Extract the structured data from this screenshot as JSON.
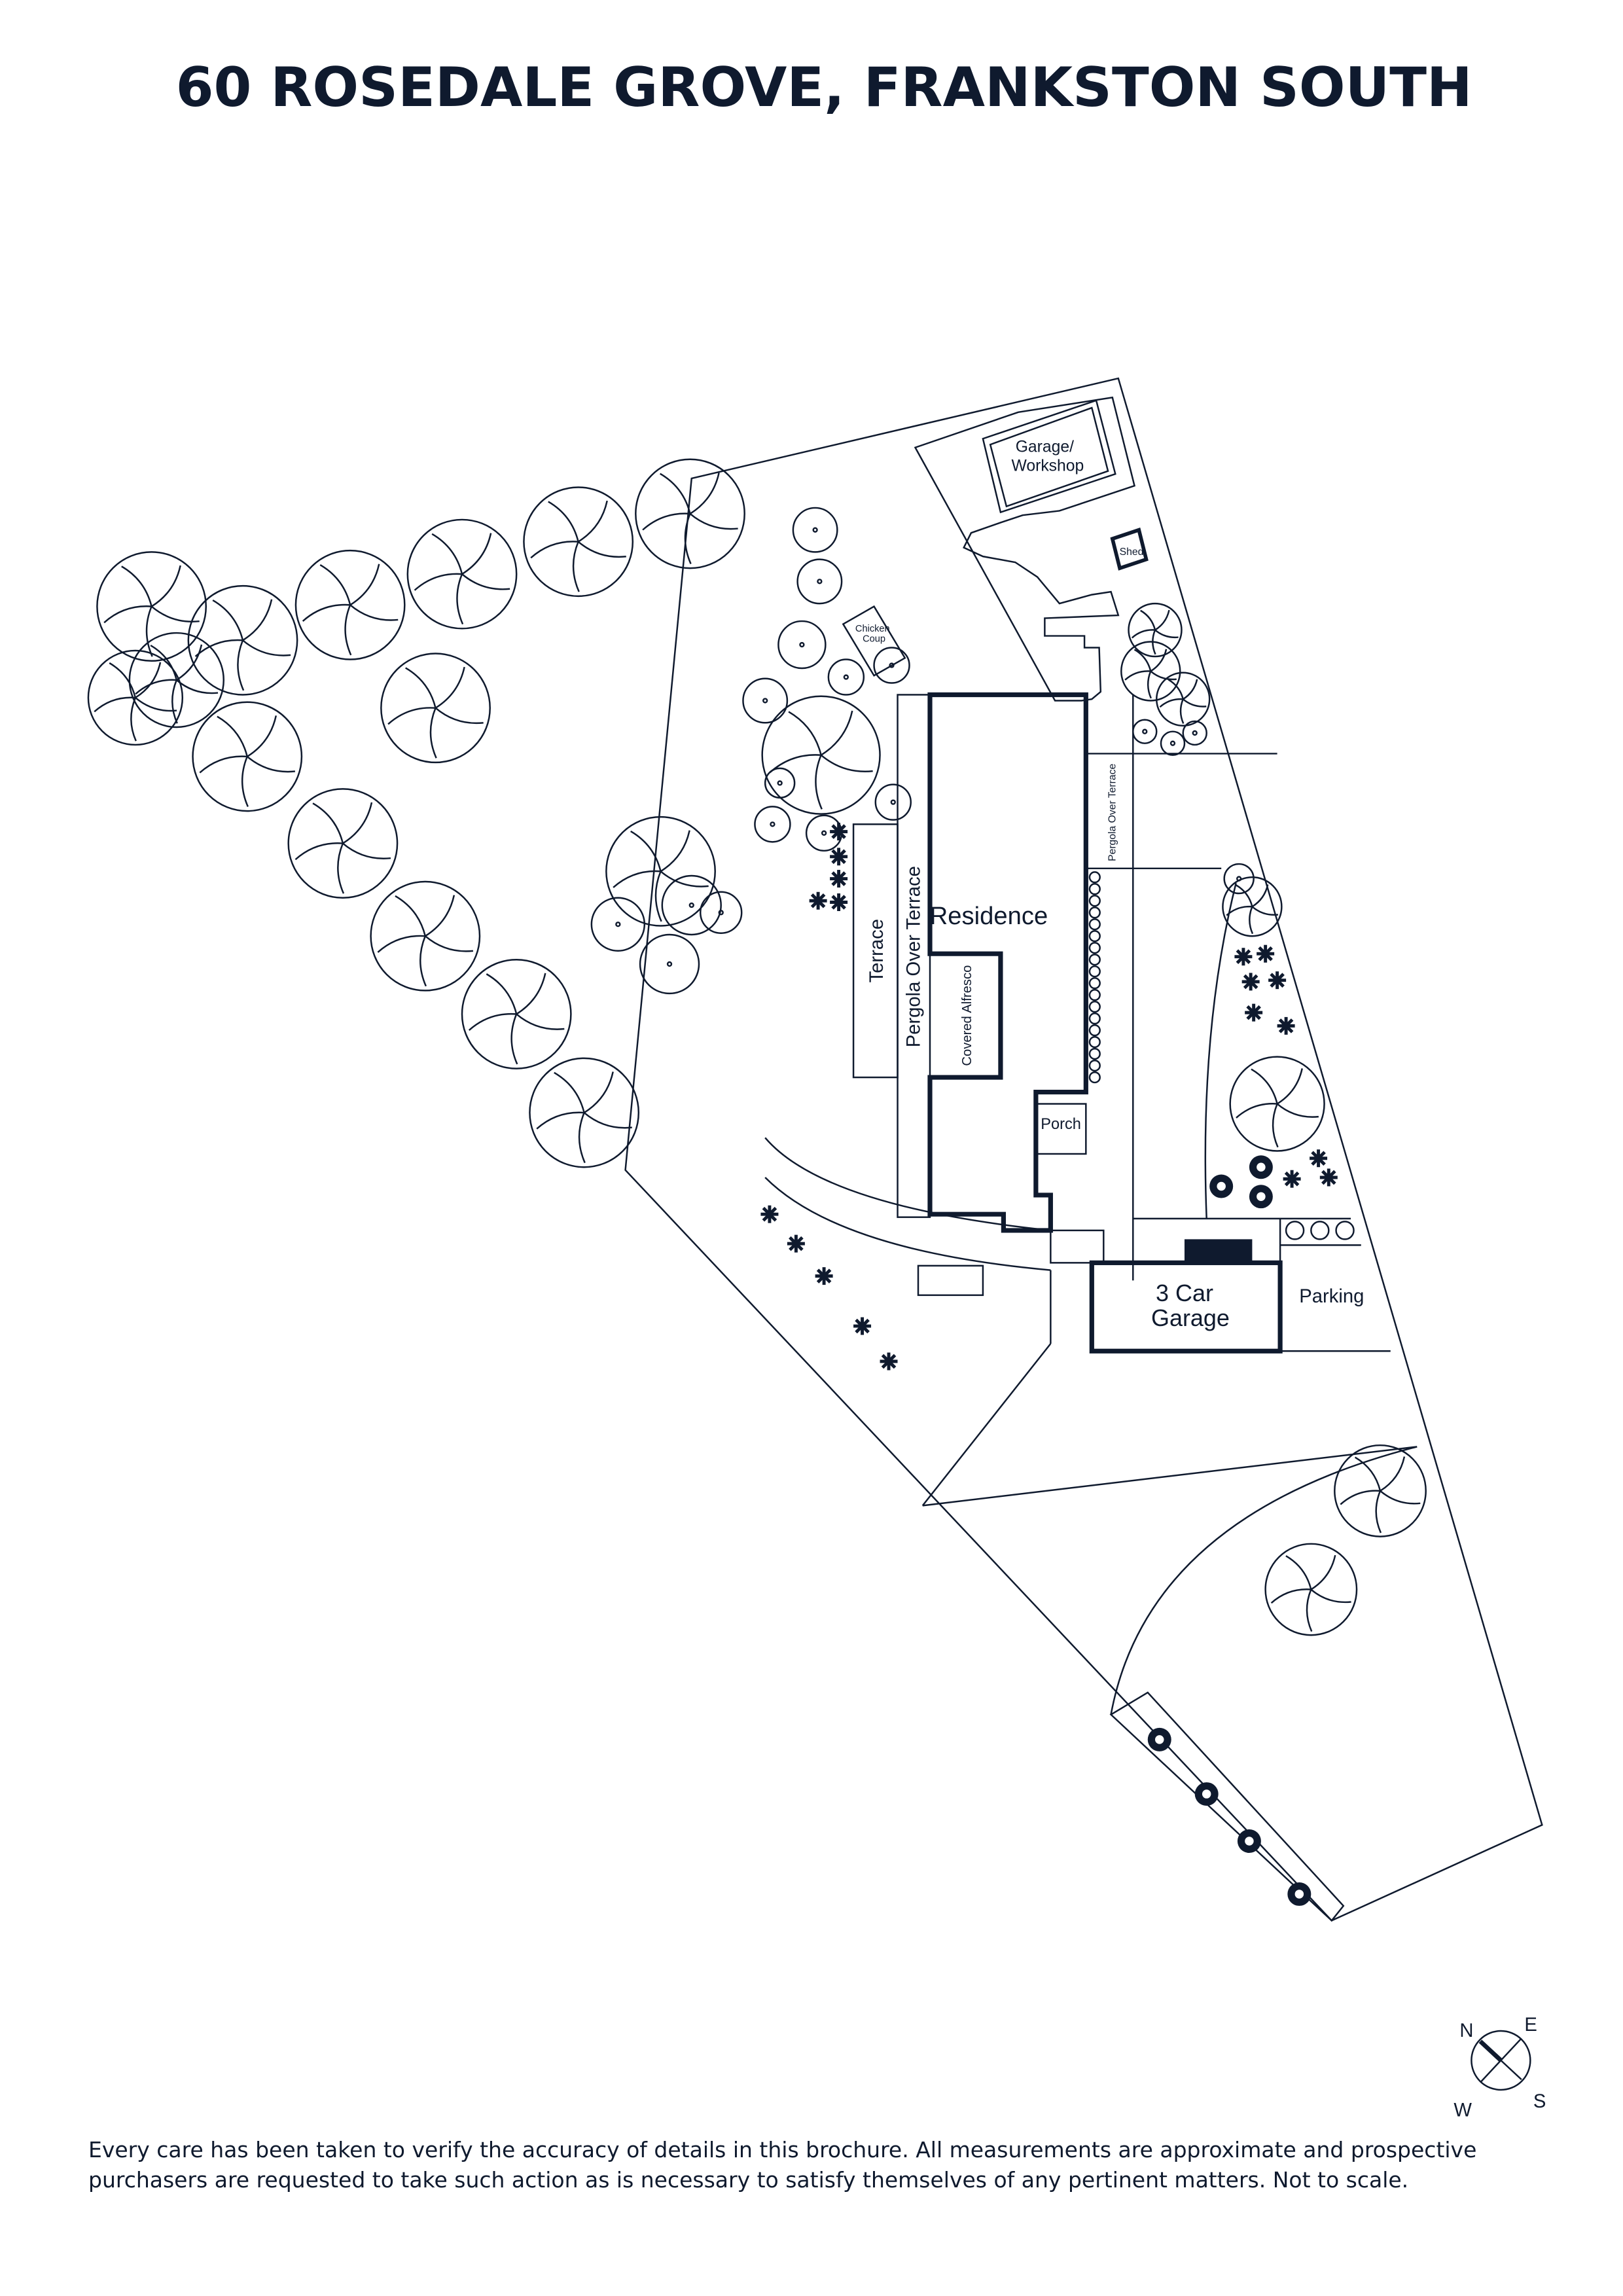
{
  "title": "60 ROSEDALE GROVE, FRANKSTON SOUTH",
  "labels": {
    "garage_workshop_1": "Garage/",
    "garage_workshop_2": "Workshop",
    "shed": "Shed",
    "chicken_coup_1": "Chicken",
    "chicken_coup_2": "Coup",
    "residence": "Residence",
    "terrace": "Terrace",
    "pergola_over_terrace_west": "Pergola Over Terrace",
    "covered_alfresco": "Covered Alfresco",
    "pergola_over_terrace_east": "Pergola Over Terrace",
    "porch": "Porch",
    "garage_1": "3 Car",
    "garage_2": "Garage",
    "parking": "Parking"
  },
  "compass": {
    "n": "N",
    "e": "E",
    "s": "S",
    "w": "W"
  },
  "disclaimer": "Every care has been taken to verify the accuracy of details in this brochure. All measurements are approximate and prospective purchasers are requested to take such action as is necessary to satisfy themselves of any pertinent matters. Not to scale.",
  "colors": {
    "ink": "#0f1a2e",
    "background": "#ffffff"
  }
}
